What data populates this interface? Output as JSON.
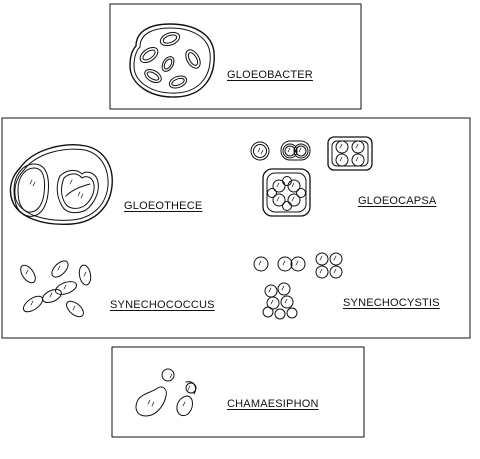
{
  "labels": {
    "gloeobacter": "GLOEOBACTER",
    "gloeothece": "GLOEOTHECE",
    "gloeocapsa": "GLOEOCAPSA",
    "synechococcus": "SYNECHOCOCCUS",
    "synechocystis": "SYNECHOCYSTIS",
    "chamaesiphon": "CHAMAESIPHON"
  },
  "colors": {
    "ink": "#111111",
    "background": "#ffffff"
  }
}
